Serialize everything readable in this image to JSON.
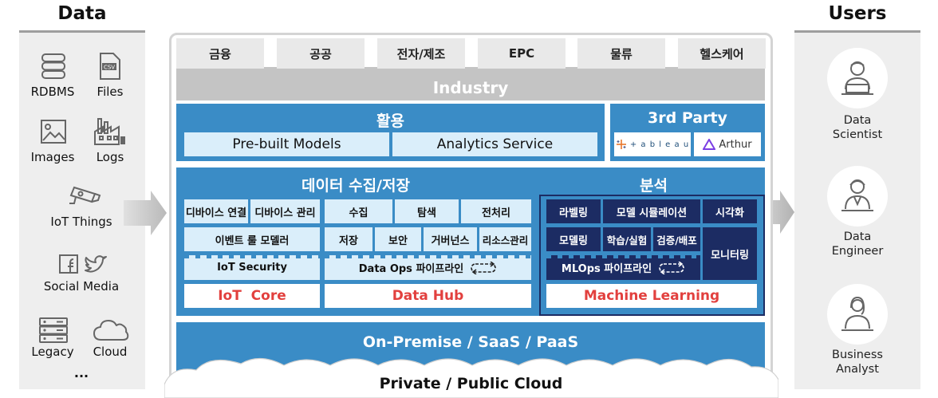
{
  "headers": {
    "data": "Data",
    "users": "Users"
  },
  "sources": [
    {
      "label": "RDBMS",
      "icon": "database-icon"
    },
    {
      "label": "Files",
      "icon": "csv-file-icon",
      "icon_text": "CSV"
    },
    {
      "label": "Images",
      "icon": "image-icon"
    },
    {
      "label": "Logs",
      "icon": "factory-icon"
    },
    {
      "label": "IoT Things",
      "icon": "cctv-camera-icon"
    },
    {
      "label": "Social Media",
      "icon": "social-media-icon"
    },
    {
      "label": "Legacy",
      "icon": "server-icon"
    },
    {
      "label": "Cloud",
      "icon": "cloud-icon"
    }
  ],
  "sources_more": "...",
  "users": [
    {
      "label_lines": [
        "Data",
        "Scientist"
      ],
      "icon": "data-scientist-icon"
    },
    {
      "label_lines": [
        "Data",
        "Engineer"
      ],
      "icon": "data-engineer-icon"
    },
    {
      "label_lines": [
        "Business",
        "Analyst"
      ],
      "icon": "business-analyst-icon"
    }
  ],
  "industry": {
    "tabs": [
      "금융",
      "공공",
      "전자/제조",
      "EPC",
      "물류",
      "헬스케어"
    ],
    "label": "Industry"
  },
  "usage": {
    "title": "활용",
    "items": [
      "Pre-built Models",
      "Analytics Service"
    ]
  },
  "third_party": {
    "title": "3rd Party",
    "partners": [
      "+ a b l e a u",
      "Arthur"
    ]
  },
  "collect": {
    "title": "데이터 수집/저장",
    "iot": {
      "row1": [
        "디바이스 연결",
        "디바이스 관리"
      ],
      "row2": "이벤트 룰 모델러",
      "row3": "IoT Security",
      "caption": "IoT  Core"
    },
    "hub": {
      "row1": [
        "수집",
        "탐색",
        "전처리"
      ],
      "row2": [
        "저장",
        "보안",
        "거버넌스",
        "리소스관리"
      ],
      "row3": "Data Ops 파이프라인",
      "caption": "Data Hub"
    }
  },
  "analysis": {
    "title": "분석",
    "row1": [
      "라벨링",
      "모델 시뮬레이션",
      "시각화"
    ],
    "row2": [
      "모델링",
      "학습/실험",
      "검증/배포"
    ],
    "monitor": "모니터링",
    "pipeline": "MLOps 파이프라인",
    "caption": "Machine Learning"
  },
  "platform": {
    "deploy": "On-Premise / SaaS / PaaS",
    "cloud": "Private / Public Cloud"
  },
  "colors": {
    "blue": "#3a8cc6",
    "light_blue": "#daeefa",
    "navy": "#1c2c63",
    "caption_red": "#e2403e",
    "gray_band": "#c4c4c4"
  }
}
